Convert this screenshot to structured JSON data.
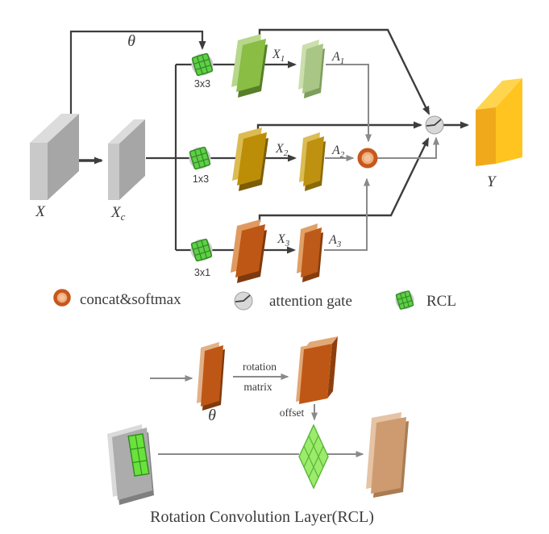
{
  "figure": {
    "caption": "Rotation Convolution Layer(RCL)",
    "labels": {
      "theta": "θ",
      "X": "X",
      "Xc": [
        "X",
        "c"
      ],
      "X1": [
        "X",
        "1"
      ],
      "X2": [
        "X",
        "2"
      ],
      "X3": [
        "X",
        "3"
      ],
      "A1": [
        "A",
        "1"
      ],
      "A2": [
        "A",
        "2"
      ],
      "A3": [
        "A",
        "3"
      ],
      "Y": "Y"
    },
    "kernels": {
      "k33": "3x3",
      "k13": "1x3",
      "k31": "3x1"
    },
    "legend": {
      "concat_label": "concat&softmax",
      "gate_label": "attention gate",
      "rcl_label": "RCL"
    },
    "rcl_detail": {
      "rotation": "rotation",
      "matrix": "matrix",
      "offset": "offset",
      "theta": "θ"
    },
    "colors": {
      "arrow_dark": "#3d3d3d",
      "arrow_gray": "#8a8a8a",
      "green_map": "#8ABD44",
      "green_map_small": "#A9C687",
      "gold_map": "#BC8E07",
      "orange_map": "#BE5715",
      "output_yellow": "#FFC41F",
      "gray_box": "#A9A9A9",
      "concat_ring": "#C7571E",
      "concat_fill": "#EDAD79",
      "gate_fill": "#D8D8D8",
      "rcl_green": "#5FCE48",
      "grid_green_bright": "#69E23C",
      "diamond_green": "#9CEB6C",
      "tan_map": "#CE9B71"
    }
  }
}
